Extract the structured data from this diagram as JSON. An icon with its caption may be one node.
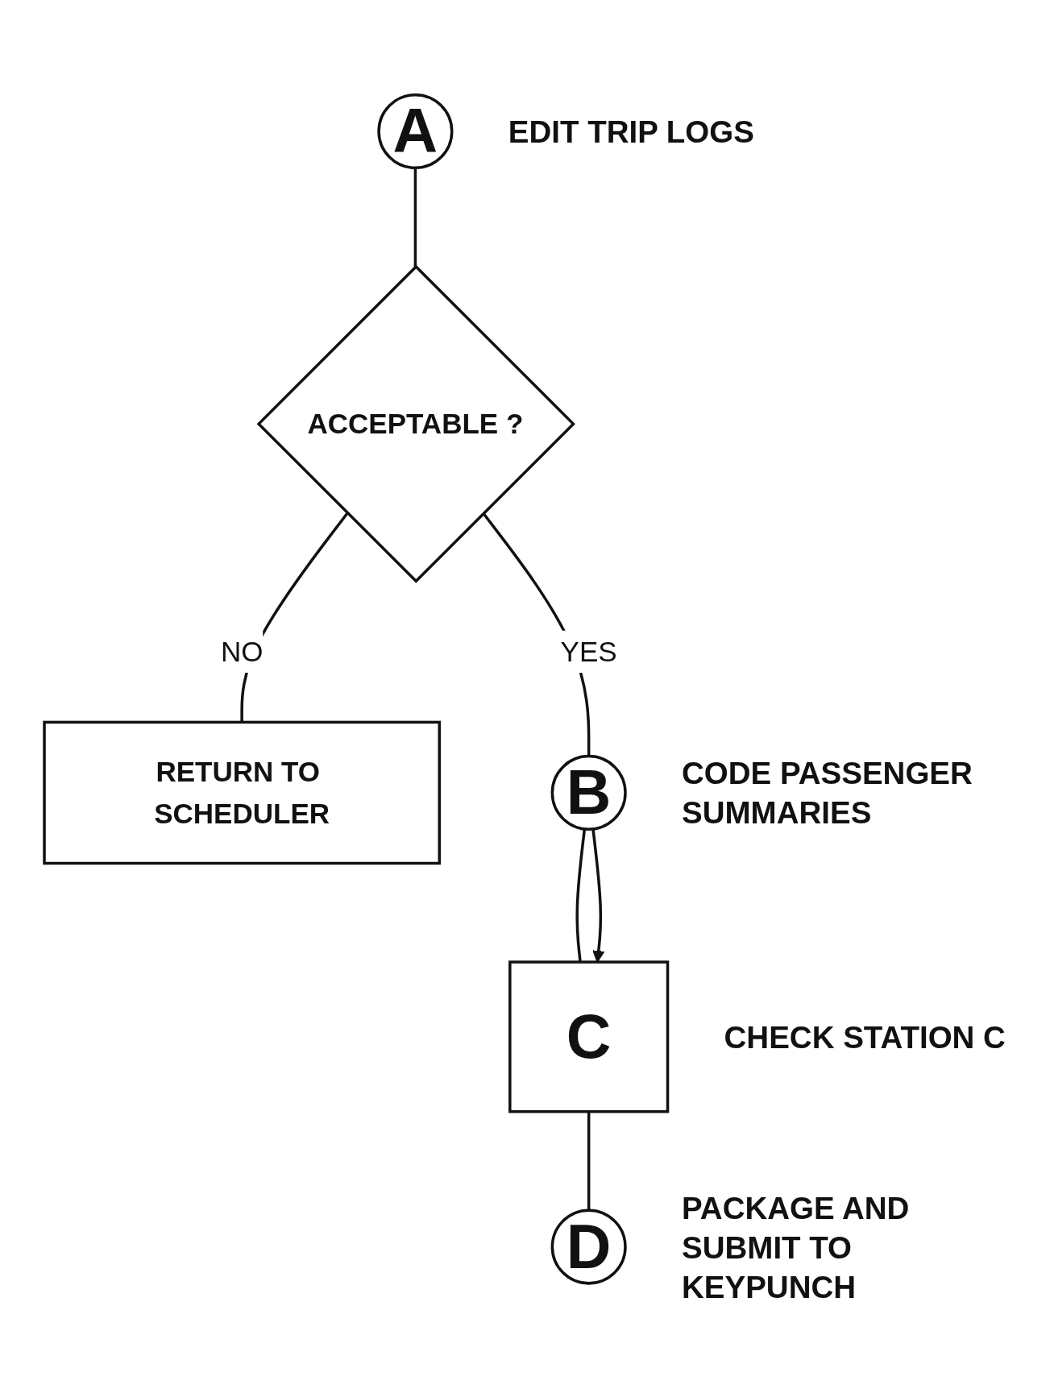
{
  "diagram": {
    "nodes": [
      {
        "text": [
          "A"
        ],
        "beside": [
          "EDIT TRIP LOGS"
        ]
      },
      {
        "text": [
          "ACCEPTABLE ?"
        ]
      },
      {
        "text": [
          "RETURN TO SCHEDULER"
        ]
      },
      {
        "text": [
          "B"
        ],
        "beside": [
          "CODE PASSENGER SUMMARIES"
        ]
      },
      {
        "text": [
          "C"
        ],
        "beside": [
          "CHECK STATION C"
        ]
      },
      {
        "text": [
          "D"
        ],
        "beside": [
          "PACKAGE AND SUBMIT TO KEYPUNCH"
        ]
      }
    ],
    "edges": [
      {
        "from": 0,
        "to": 1,
        "arrow": "none"
      },
      {
        "from": 1,
        "to": 2,
        "arrow": "none",
        "label": "NO"
      },
      {
        "from": 1,
        "to": 3,
        "arrow": "none",
        "label": "YES"
      },
      {
        "from": 3,
        "to": 4,
        "arrow": "none"
      },
      {
        "from": 3,
        "to": 4,
        "arrow": "to"
      },
      {
        "from": 4,
        "to": 5,
        "arrow": "none"
      }
    ]
  }
}
